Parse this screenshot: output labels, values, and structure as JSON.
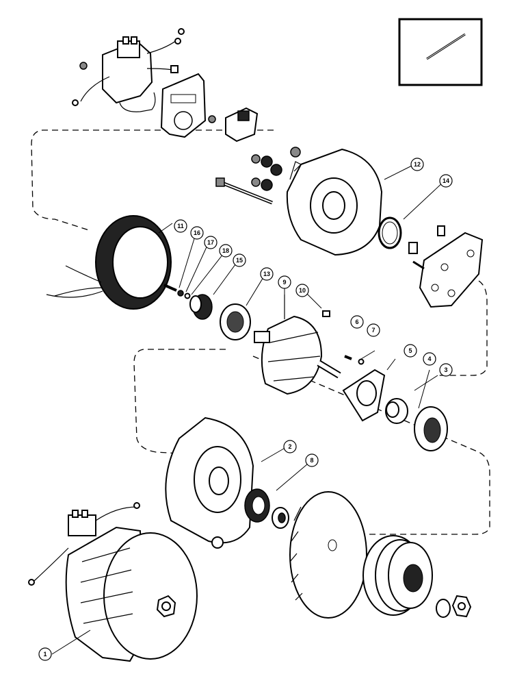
{
  "diagram": {
    "callouts": [
      {
        "id": "callout-1",
        "label": "1"
      },
      {
        "id": "callout-2",
        "label": "2"
      },
      {
        "id": "callout-3",
        "label": "3"
      },
      {
        "id": "callout-4",
        "label": "4"
      },
      {
        "id": "callout-5",
        "label": "5"
      },
      {
        "id": "callout-6",
        "label": "6"
      },
      {
        "id": "callout-7",
        "label": "7"
      },
      {
        "id": "callout-8",
        "label": "8"
      },
      {
        "id": "callout-9",
        "label": "9"
      },
      {
        "id": "callout-10",
        "label": "10"
      },
      {
        "id": "callout-11",
        "label": "11"
      },
      {
        "id": "callout-12",
        "label": "12"
      },
      {
        "id": "callout-13",
        "label": "13"
      },
      {
        "id": "callout-14",
        "label": "14"
      },
      {
        "id": "callout-15",
        "label": "15"
      },
      {
        "id": "callout-16",
        "label": "16"
      },
      {
        "id": "callout-17",
        "label": "17"
      },
      {
        "id": "callout-18",
        "label": "18"
      }
    ]
  }
}
